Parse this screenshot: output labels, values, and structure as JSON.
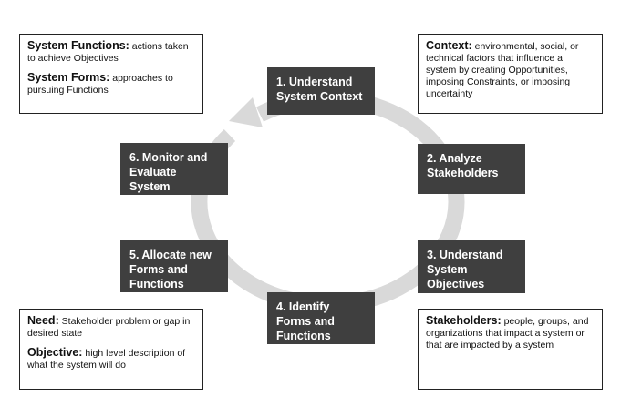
{
  "steps": [
    {
      "lines": [
        "1. Understand",
        "System Context"
      ]
    },
    {
      "lines": [
        "2. Analyze",
        "Stakeholders"
      ]
    },
    {
      "lines": [
        "3. Understand",
        "System",
        "Objectives"
      ]
    },
    {
      "lines": [
        "4. Identify",
        "Forms and",
        "Functions"
      ]
    },
    {
      "lines": [
        "5. Allocate new",
        "Forms and",
        "Functions"
      ]
    },
    {
      "lines": [
        "6. Monitor and",
        "Evaluate",
        "System"
      ]
    }
  ],
  "notes": {
    "top_left": [
      {
        "term": "System Functions:",
        "text": " actions taken to achieve Objectives"
      },
      {
        "term": "System Forms:",
        "text": " approaches to pursuing Functions"
      }
    ],
    "top_right": [
      {
        "term": "Context:",
        "text": " environmental, social, or technical factors that influence a system by creating Opportunities, imposing Constraints, or imposing uncertainty"
      }
    ],
    "bottom_left": [
      {
        "term": "Need:",
        "text": " Stakeholder problem or gap in desired state"
      },
      {
        "term": "Objective:",
        "text": "  high level description of what the system will do"
      }
    ],
    "bottom_right": [
      {
        "term": "Stakeholders:",
        "text": " people, groups, and organizations that impact a system or that are impacted by a system"
      }
    ]
  },
  "colors": {
    "box_fill": "#3f3f3f",
    "ring": "#d9d9d9",
    "border": "#222222"
  }
}
